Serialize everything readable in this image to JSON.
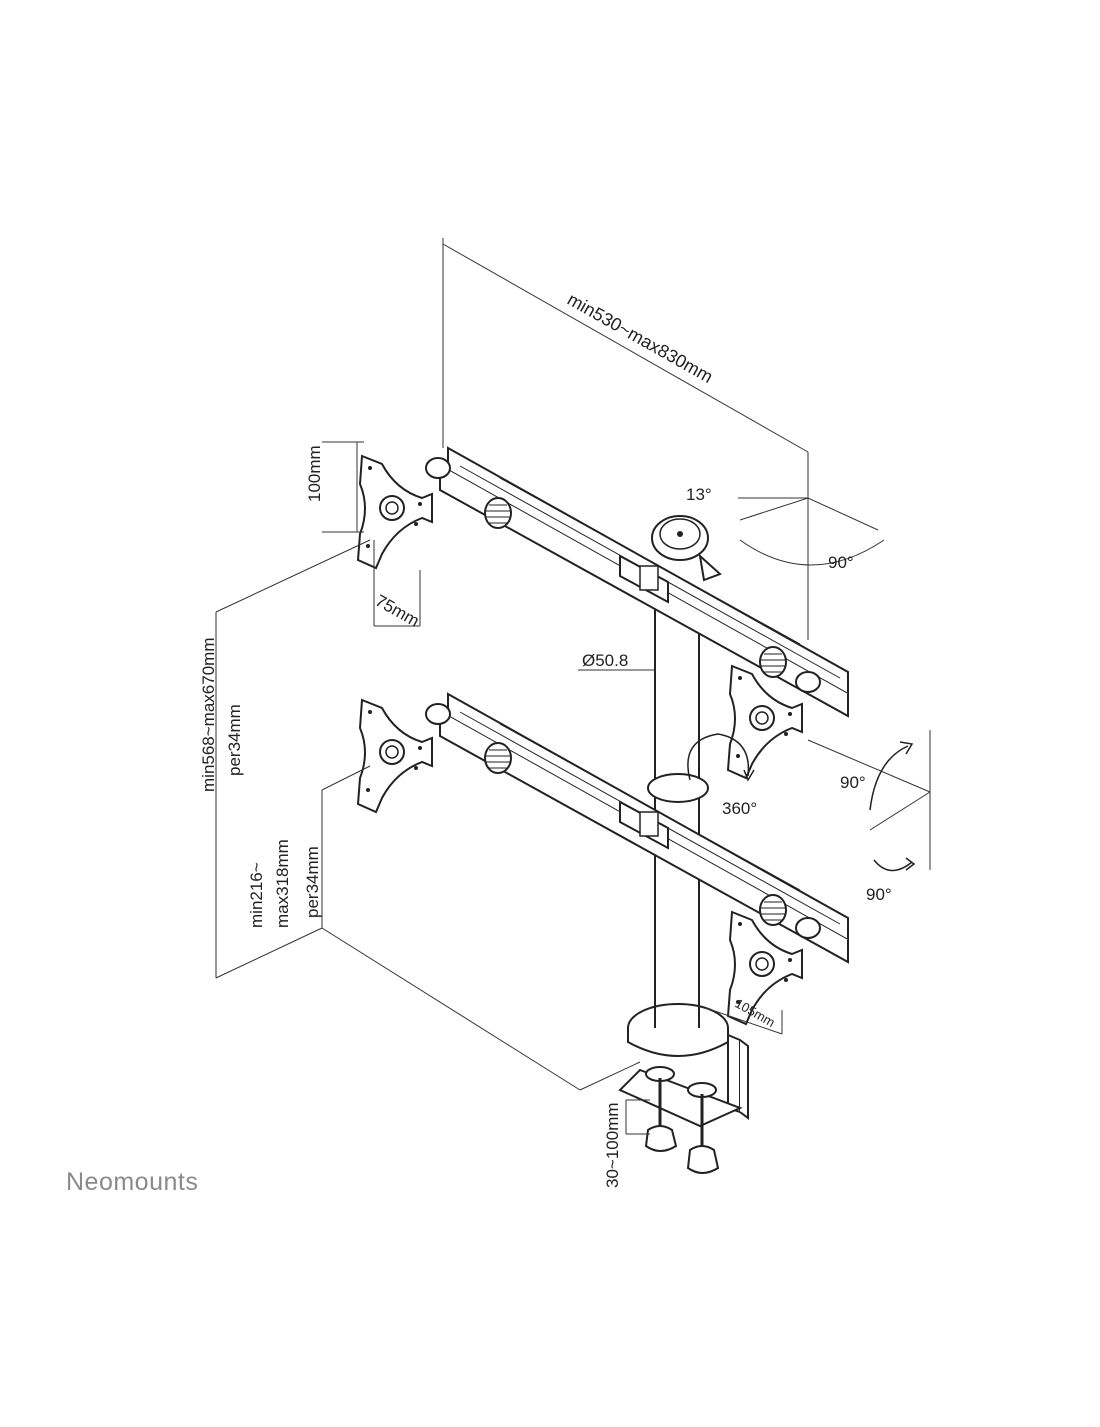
{
  "brand": {
    "name": "Neomounts"
  },
  "dimensions": {
    "width_range": "min530~max830mm",
    "vesa_height": "100mm",
    "vesa_width": "75mm",
    "tilt_angle": "13°",
    "swivel_angle": "90°",
    "pole_diameter": "Ø50.8",
    "total_height_range": "min568~max670mm",
    "total_height_step": "per34mm",
    "lower_height_range_a": "min216~",
    "lower_height_range_b": "max318mm",
    "lower_height_step": "per34mm",
    "rotation_angle": "360°",
    "rotate_up": "90°",
    "rotate_down": "90°",
    "clamp_depth": "105mm",
    "desk_thickness": "30~100mm"
  },
  "colors": {
    "line": "#222222",
    "fill": "#ffffff",
    "brand": "#8a8a8a"
  }
}
